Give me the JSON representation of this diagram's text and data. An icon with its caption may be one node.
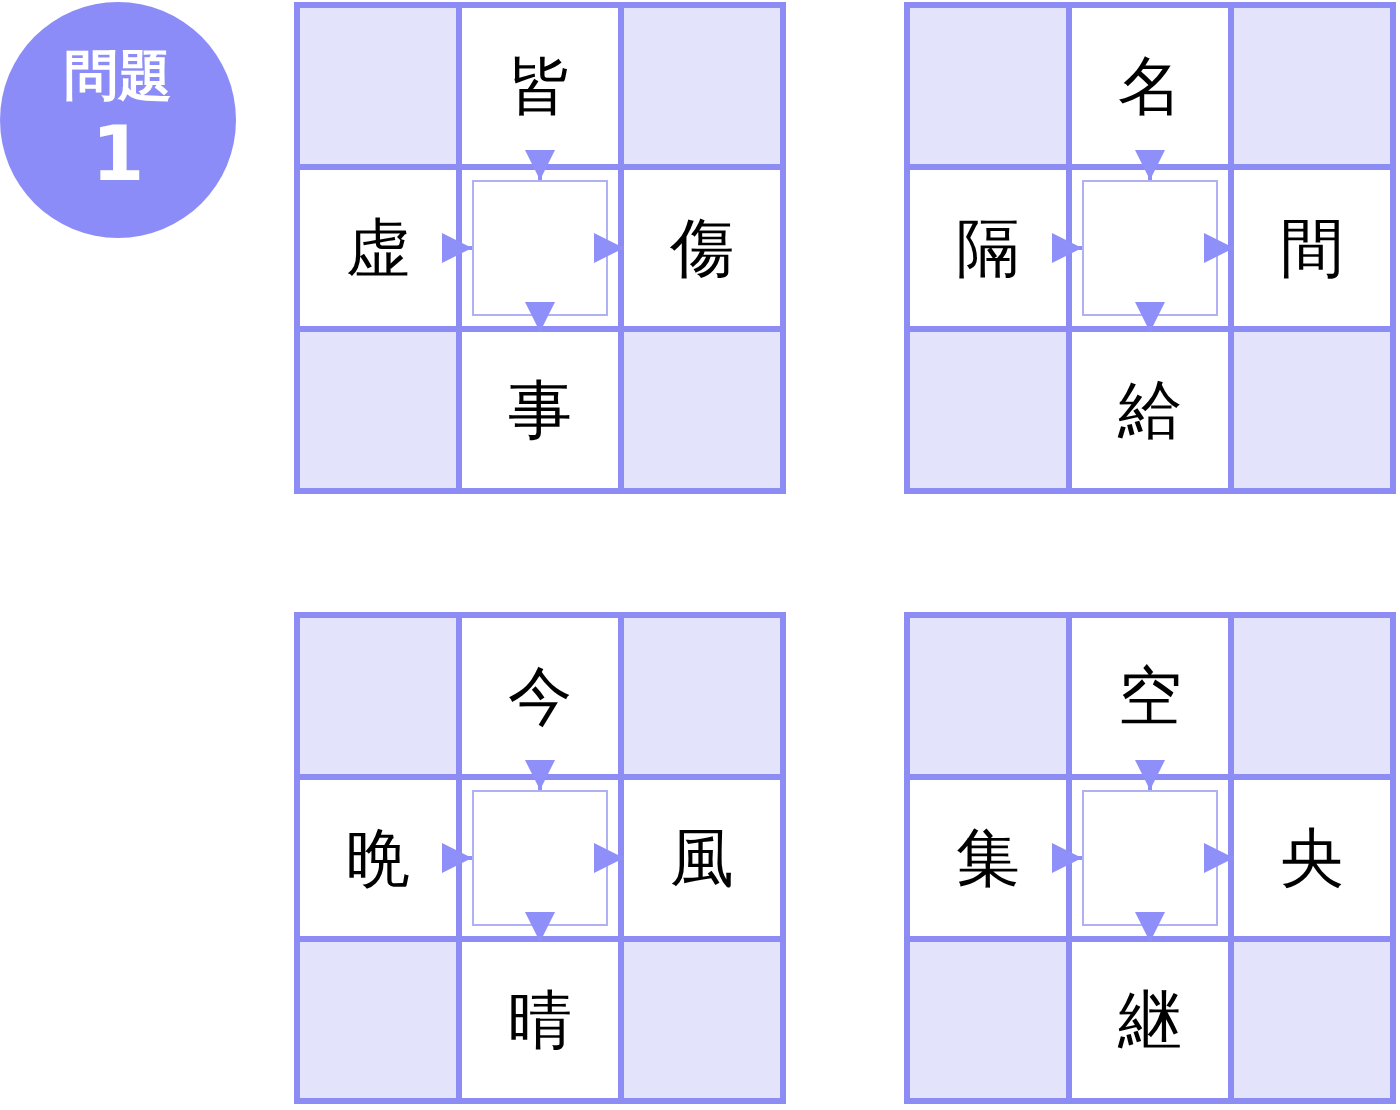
{
  "diagram": {
    "nodes": [
      {
        "text": [
          "問題",
          "1"
        ]
      },
      {
        "text": [],
        "shape": "box"
      },
      {
        "text": [
          "皆"
        ]
      },
      {
        "text": [],
        "shape": "box"
      },
      {
        "text": [
          "虚"
        ]
      },
      {
        "text": [],
        "shape": "box"
      },
      {
        "text": [
          "傷"
        ]
      },
      {
        "text": [],
        "shape": "box"
      },
      {
        "text": [
          "事"
        ]
      },
      {
        "text": [],
        "shape": "box"
      },
      {
        "text": [],
        "shape": "box"
      },
      {
        "text": [
          "名"
        ]
      },
      {
        "text": [],
        "shape": "box"
      },
      {
        "text": [
          "隔"
        ]
      },
      {
        "text": [],
        "shape": "box"
      },
      {
        "text": [
          "間"
        ]
      },
      {
        "text": [],
        "shape": "box"
      },
      {
        "text": [
          "給"
        ]
      },
      {
        "text": [],
        "shape": "box"
      },
      {
        "text": [],
        "shape": "box"
      },
      {
        "text": [
          "今"
        ]
      },
      {
        "text": [],
        "shape": "box"
      },
      {
        "text": [
          "晩"
        ]
      },
      {
        "text": [],
        "shape": "box"
      },
      {
        "text": [
          "風"
        ]
      },
      {
        "text": [],
        "shape": "box"
      },
      {
        "text": [
          "晴"
        ]
      },
      {
        "text": [],
        "shape": "box"
      },
      {
        "text": [],
        "shape": "box"
      },
      {
        "text": [
          "空"
        ]
      },
      {
        "text": [],
        "shape": "box"
      },
      {
        "text": [
          "集"
        ]
      },
      {
        "text": [],
        "shape": "box"
      },
      {
        "text": [
          "央"
        ]
      },
      {
        "text": [],
        "shape": "box"
      },
      {
        "text": [
          "継"
        ]
      },
      {
        "text": [],
        "shape": "box"
      }
    ],
    "edges": [
      {
        "from": 2,
        "to": 5,
        "arrow": "to"
      },
      {
        "from": 4,
        "to": 5,
        "arrow": "to"
      },
      {
        "from": 5,
        "to": 6,
        "arrow": "to"
      },
      {
        "from": 5,
        "to": 8,
        "arrow": "to"
      },
      {
        "from": 11,
        "to": 14,
        "arrow": "to"
      },
      {
        "from": 13,
        "to": 14,
        "arrow": "to"
      },
      {
        "from": 14,
        "to": 15,
        "arrow": "to"
      },
      {
        "from": 14,
        "to": 17,
        "arrow": "to"
      },
      {
        "from": 20,
        "to": 23,
        "arrow": "to"
      },
      {
        "from": 22,
        "to": 23,
        "arrow": "to"
      },
      {
        "from": 23,
        "to": 24,
        "arrow": "to"
      },
      {
        "from": 23,
        "to": 26,
        "arrow": "to"
      },
      {
        "from": 29,
        "to": 32,
        "arrow": "to"
      },
      {
        "from": 31,
        "to": 32,
        "arrow": "to"
      },
      {
        "from": 32,
        "to": 33,
        "arrow": "to"
      },
      {
        "from": 32,
        "to": 35,
        "arrow": "to"
      }
    ]
  }
}
